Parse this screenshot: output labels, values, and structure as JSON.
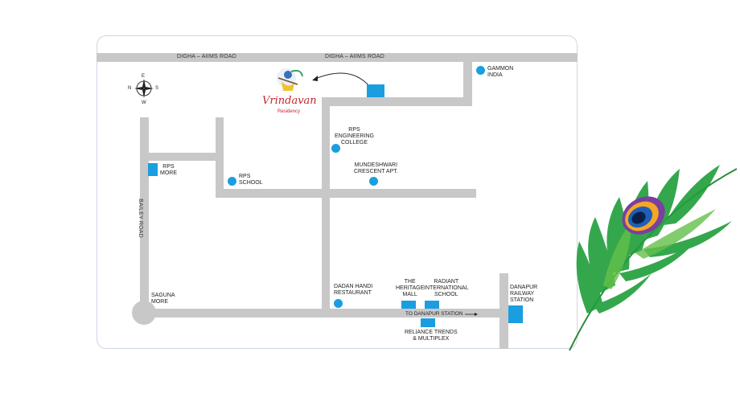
{
  "roads": {
    "top_left": "DIGHA – AIIMS ROAD",
    "top_right": "DIGHA – AIIMS ROAD",
    "bailey": "BAILEY ROAD"
  },
  "compass": {
    "n": "N",
    "e": "E",
    "s": "S",
    "w": "W"
  },
  "brand": {
    "name": "Vrindavan",
    "sub": "Residency"
  },
  "landmarks": {
    "gammon": "GAMMON\nINDIA",
    "rps_engg": "RPS\nENGINEERING\nCOLLEGE",
    "mundeshwari": "MUNDESHWARI\nCRESCENT APT.",
    "rps_school": "RPS\nSCHOOL",
    "rps_more": "RPS\nMORE",
    "saguna": "SAGUNA\nMORE",
    "dadan": "DADAN HANDI\nRESTAURANT",
    "heritage": "THE\nHERITAGE\nMALL",
    "radiant": "RADIANT\nINTERNATIONAL\nSCHOOL",
    "danapur_rly": "DANAPUR\nRAILWAY\nSTATION",
    "to_danapur": "TO DANAPUR STATION",
    "reliance": "RELIANCE TRENDS\n& MULTIPLEX"
  },
  "colors": {
    "marker": "#1a9ee0",
    "road": "#c8c8c8",
    "brand": "#c0272d"
  }
}
